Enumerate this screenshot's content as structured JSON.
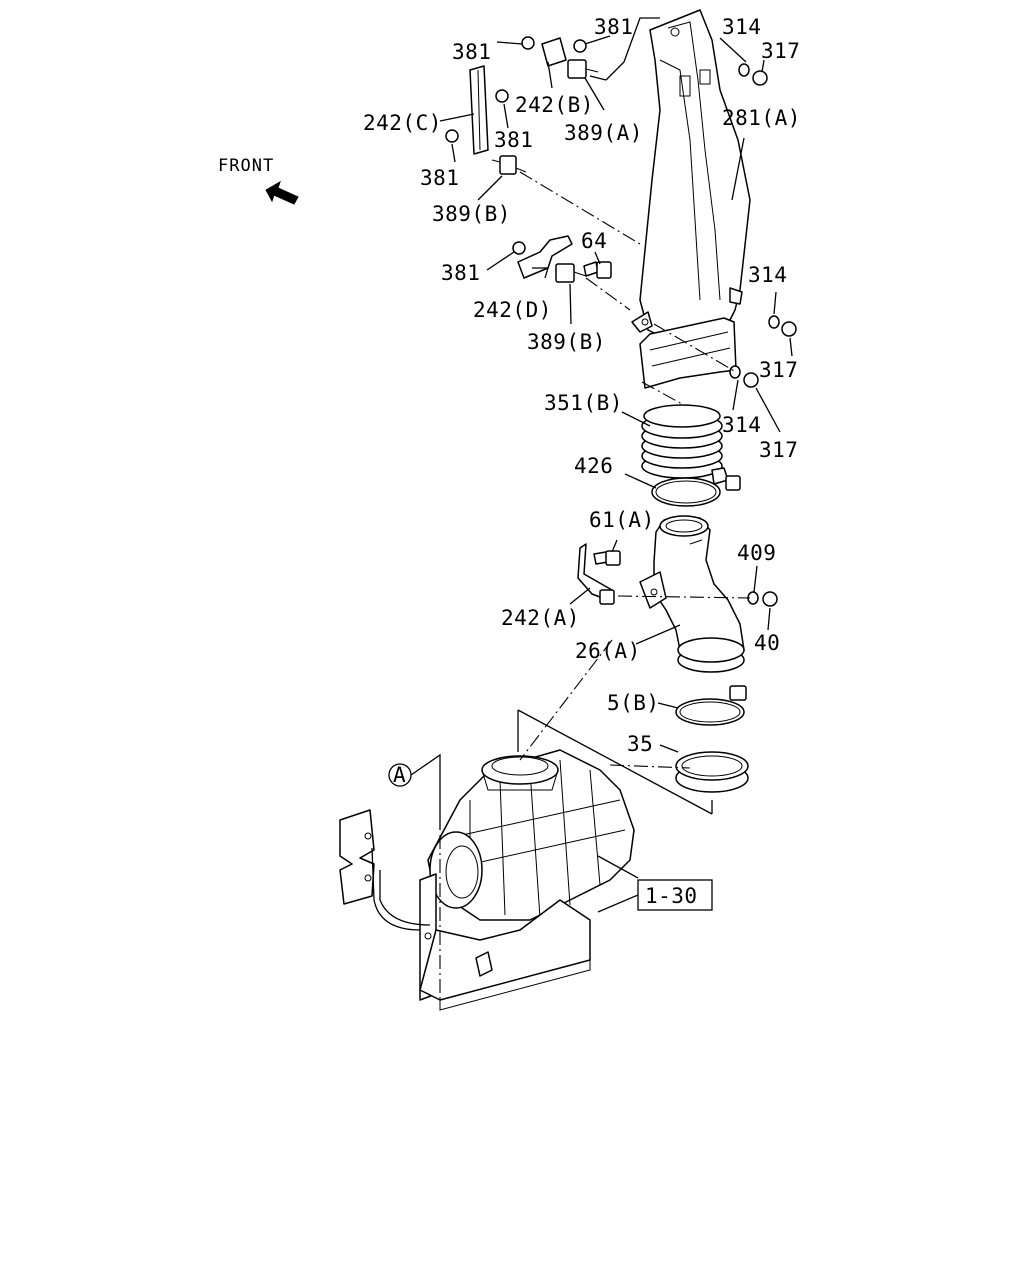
{
  "diagram": {
    "front_label": "FRONT",
    "ref_box": "1-30",
    "circle_ref": "A",
    "labels": {
      "l381_a": "381",
      "l381_b": "381",
      "l381_c": "381",
      "l381_d": "381",
      "l381_e": "381",
      "l314_a": "314",
      "l317_a": "317",
      "l242c": "242(C)",
      "l242b": "242(B)",
      "l389a": "389(A)",
      "l281a": "281(A)",
      "l389b_a": "389(B)",
      "l64": "64",
      "l242d": "242(D)",
      "l389b_b": "389(B)",
      "l314_b": "314",
      "l317_b": "317",
      "l314_c": "314",
      "l317_c": "317",
      "l351b": "351(B)",
      "l426": "426",
      "l61a": "61(A)",
      "l409": "409",
      "l242a": "242(A)",
      "l40": "40",
      "l26a": "26(A)",
      "l5b": "5(B)",
      "l35": "35"
    }
  }
}
